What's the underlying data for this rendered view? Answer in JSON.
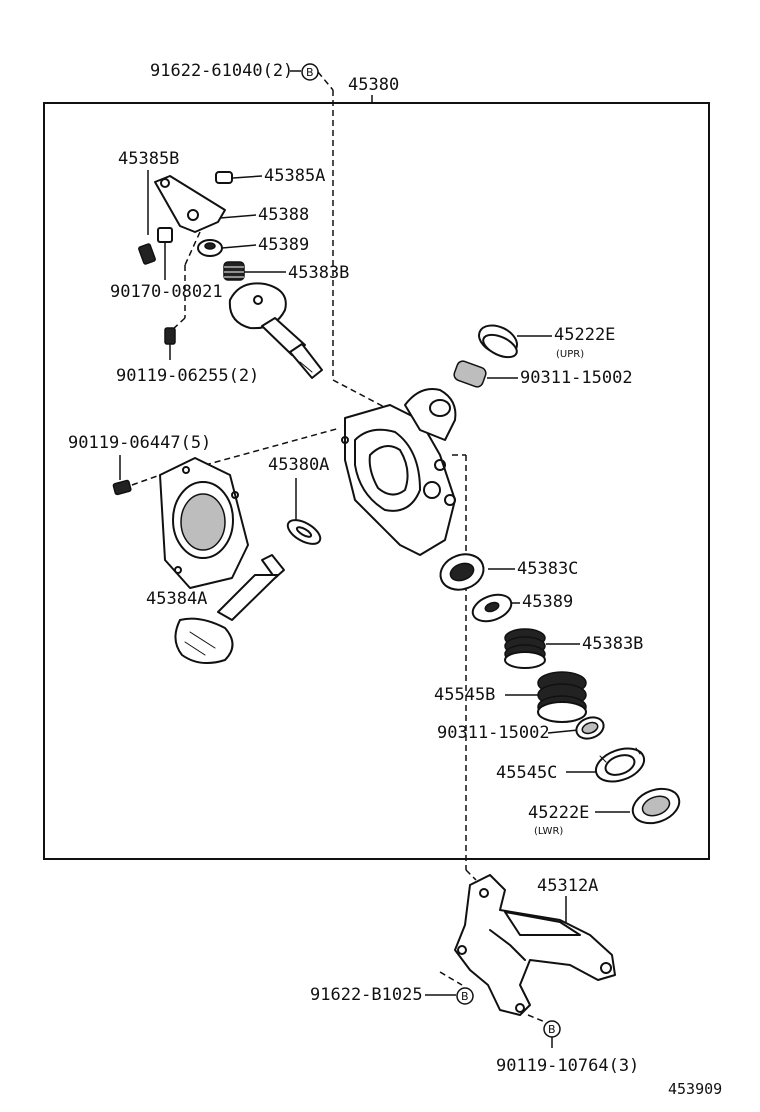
{
  "labels": {
    "p91622_61040": "91622-61040(2)",
    "p45380": "45380",
    "p45385B": "45385B",
    "p45385A": "45385A",
    "p45388": "45388",
    "p45389_top": "45389",
    "p45383B_top": "45383B",
    "p90170_08021": "90170-08021",
    "p90119_06255": "90119-06255(2)",
    "p45222E_upr": "45222E",
    "upr": "(UPR)",
    "p90311_15002_top": "90311-15002",
    "p90119_06447": "90119-06447(5)",
    "p45380A": "45380A",
    "p45383C": "45383C",
    "p45384A": "45384A",
    "p45389_bot": "45389",
    "p45383B_bot": "45383B",
    "p45545B": "45545B",
    "p90311_15002_bot": "90311-15002",
    "p45545C": "45545C",
    "p45222E_lwr": "45222E",
    "lwr": "(LWR)",
    "p45312A": "45312A",
    "p91622_B1025": "91622-B1025",
    "p90119_10764": "90119-10764(3)",
    "diagram_id": "453909",
    "marker_b": "B"
  }
}
